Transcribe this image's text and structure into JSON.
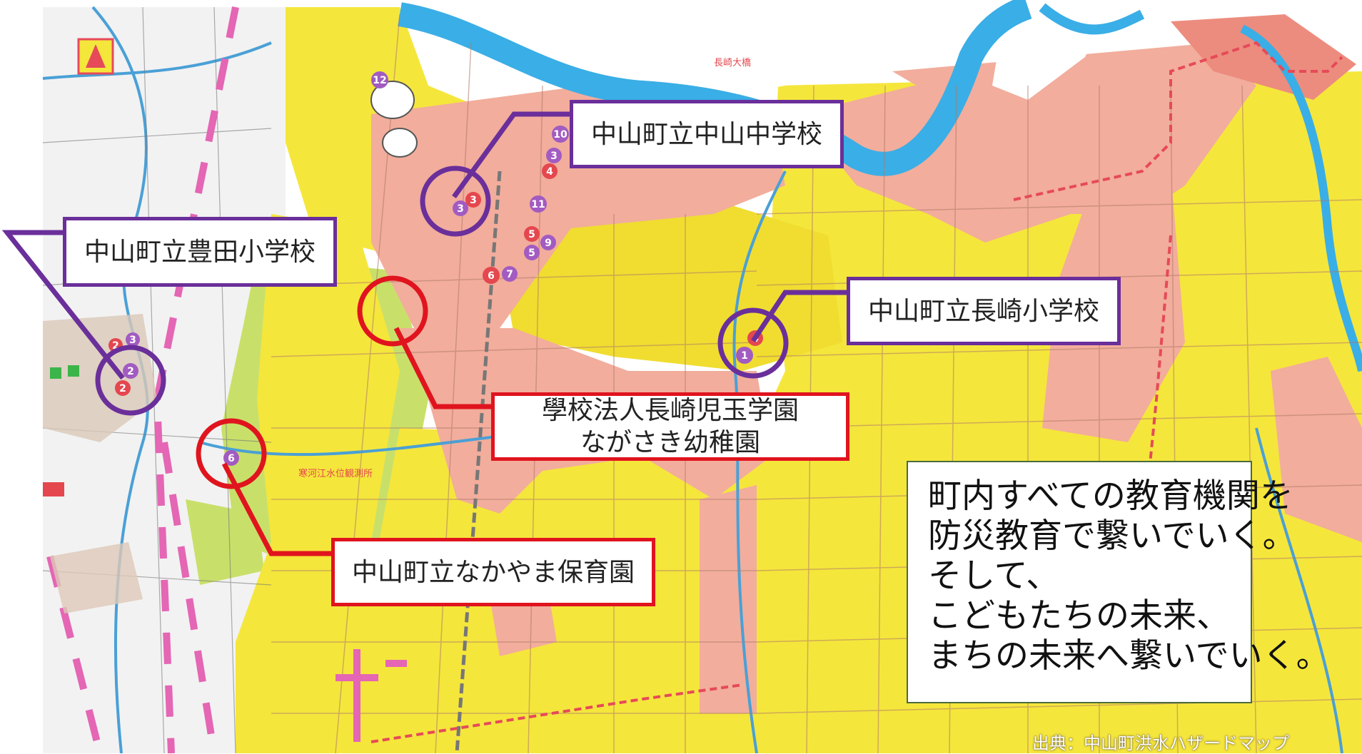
{
  "schools": [
    {
      "id": "nakayama-jhs",
      "name": "中山町立中山中学校",
      "color": "purple"
    },
    {
      "id": "toyota-es",
      "name": "中山町立豊田小学校",
      "color": "purple"
    },
    {
      "id": "nagasaki-es",
      "name": "中山町立長崎小学校",
      "color": "purple"
    },
    {
      "id": "nagasaki-kindergarten",
      "name_line1": "學校法人長崎児玉学園",
      "name_line2": "ながさき幼稚園",
      "color": "red"
    },
    {
      "id": "nakayama-nursery",
      "name": "中山町立なかやま保育園",
      "color": "red"
    }
  ],
  "message": {
    "lines": [
      "町内すべての教育機関を",
      "防災教育で繋いでいく。",
      "そして、",
      "こどもたちの未来、",
      "まちの未来へ繋いでいく。"
    ]
  },
  "source": "出典：中山町洪水ハザードマップ",
  "map": {
    "markers": [
      "12",
      "10",
      "3",
      "4",
      "3",
      "3",
      "11",
      "5",
      "9",
      "5",
      "6",
      "7",
      "1",
      "4",
      "3",
      "2",
      "2",
      "2",
      "6"
    ],
    "place_labels": [
      "長崎大橋",
      "寒河江水位観測所"
    ]
  },
  "colors": {
    "purple_accent": "#6a2f9a",
    "red_accent": "#e0141e",
    "flood_yellow": "#f5e63c",
    "flood_salmon": "#f2ad9c",
    "flood_red": "#ec8c7e",
    "flood_green": "#c8e06a",
    "river": "#3aaee6"
  }
}
